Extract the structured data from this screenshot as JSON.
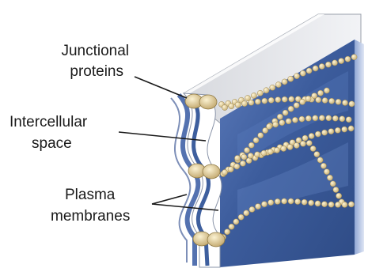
{
  "labels": {
    "junctional_line1": "Junctional",
    "junctional_line2": "proteins",
    "intercellular_line1": "Intercellular",
    "intercellular_line2": "space",
    "plasma_line1": "Plasma",
    "plasma_line2": "membranes"
  },
  "colors": {
    "cell_face": "#3e5f9e",
    "cell_face_light": "#6f8fc8",
    "membrane_white": "#ffffff",
    "membrane_grey": "#c9ccd4",
    "protein": "#e8dbb0",
    "protein_dark": "#b9a06a",
    "text": "#1a1a1a"
  }
}
